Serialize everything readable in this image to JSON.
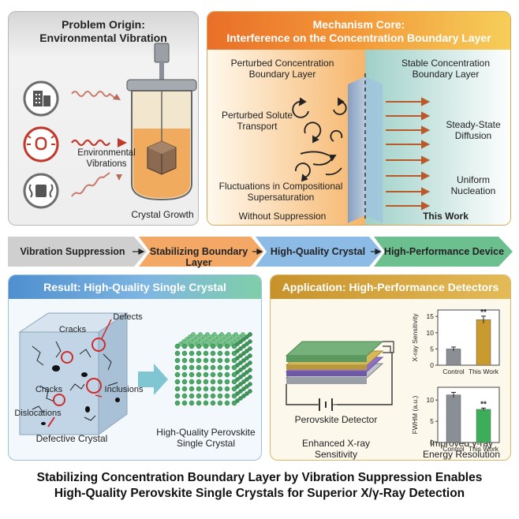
{
  "panel1": {
    "title_line1": "Problem Origin:",
    "title_line2": "Environmental Vibration",
    "vibration_label_line1": "Environmental",
    "vibration_label_line2": "Vibrations",
    "growth_label": "Crystal Growth",
    "icons": [
      "building-icon",
      "alarm-icon",
      "motor-icon"
    ]
  },
  "panel2": {
    "title_line1": "Mechanism Core:",
    "title_line2": "Interference on the Concentration Boundary Layer",
    "left_header_line1": "Perturbed Concentration",
    "left_header_line2": "Boundary Layer",
    "right_header_line1": "Stable Concentration",
    "right_header_line2": "Boundary Layer",
    "perturbed_line1": "Perturbed Solute",
    "perturbed_line2": "Transport",
    "fluct_line1": "Fluctuations in Compositional",
    "fluct_line2": "Supersaturation",
    "steady_line1": "Steady-State",
    "steady_line2": "Diffusion",
    "uniform_line1": "Uniform",
    "uniform_line2": "Nucleation",
    "without_label": "Without Suppression",
    "this_work_label": "This Work"
  },
  "flow": {
    "step1": "Vibration Suppression",
    "step2": "Stabilizing Boundary Layer",
    "step3": "High-Quality Crystal",
    "step4": "High-Performance Device"
  },
  "panel3": {
    "title": "Result: High-Quality Single Crystal",
    "defects": "Defects",
    "cracks_top": "Cracks",
    "cracks_mid": "Cracks",
    "inclusions": "Inclusions",
    "dislocations": "Dislocations",
    "defective_label": "Defective Crystal",
    "hq_line1": "High-Quality Perovskite",
    "hq_line2": "Single Crystal"
  },
  "panel4": {
    "title": "Application: High-Performance Detectors",
    "detector_label": "Perovskite Detector",
    "xray_line1": "Enhanced X-ray",
    "xray_line2": "Sensitivity",
    "gamma_line1": "Improved γ-ray",
    "gamma_line2": "Energy Resolution"
  },
  "chart_data": [
    {
      "type": "bar",
      "categories": [
        "Control",
        "This Work"
      ],
      "values": [
        5,
        14
      ],
      "errors": [
        0.6,
        1.1
      ],
      "ylabel": "X-ray Sensitivity",
      "ylim": [
        0,
        17
      ],
      "yticks": [
        0,
        5,
        10,
        15
      ],
      "annotation": "**",
      "colors": [
        "#8a8f96",
        "#c99a2e"
      ]
    },
    {
      "type": "bar",
      "categories": [
        "Control",
        "This Work"
      ],
      "values": [
        11.2,
        7.8
      ],
      "errors": [
        0.6,
        0.3
      ],
      "ylabel": "FWHM (a.u.)",
      "ylim": [
        0,
        13
      ],
      "yticks": [
        0,
        5,
        10
      ],
      "annotation": "**",
      "colors": [
        "#8a8f96",
        "#3cae5a"
      ]
    }
  ],
  "footer": {
    "line1": "Stabilizing Concentration Boundary Layer by Vibration Suppression Enables",
    "line2": "High-Quality Perovskite Single Crystals for Superior X/γ-Ray Detection"
  },
  "colors": {
    "panel1_bg": "#ebebeb",
    "panel2_accent": "#f08a2a",
    "panel3_accent": "#5aa0d8",
    "panel4_accent": "#d3a53c",
    "crystal_green": "#4aa864"
  }
}
